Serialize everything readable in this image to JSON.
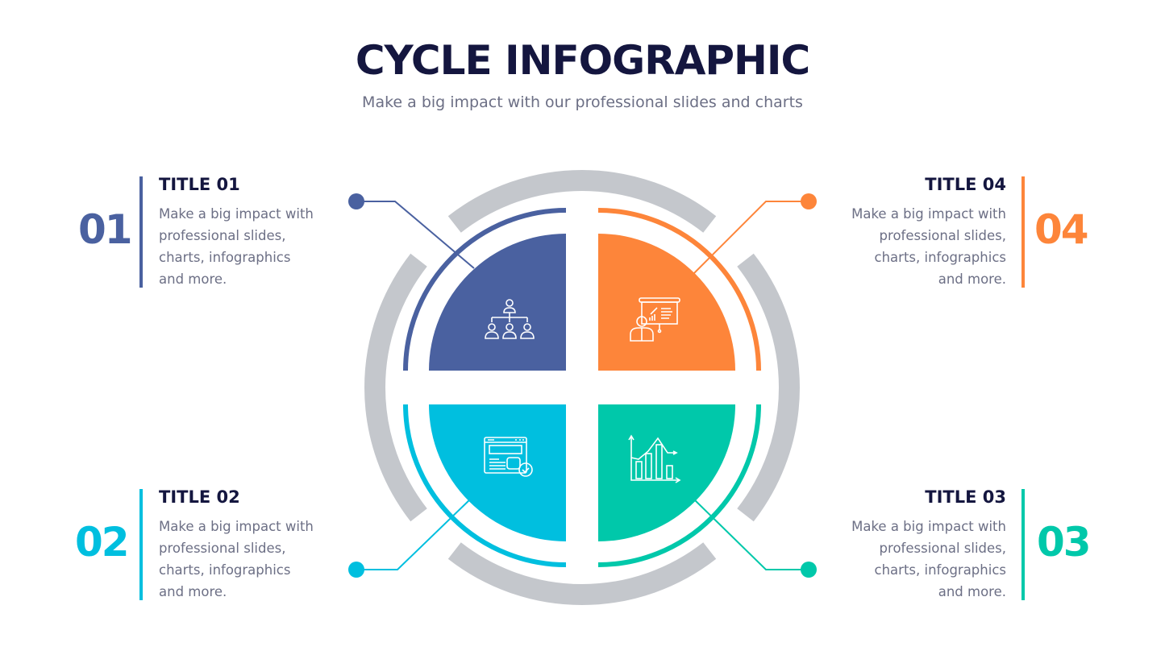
{
  "header": {
    "title": "CYCLE INFOGRAPHIC",
    "subtitle": "Make a big impact with our professional slides and charts"
  },
  "colors": {
    "blue": "#4a61a0",
    "orange": "#fd853a",
    "cyan": "#00bfdf",
    "teal": "#00c8aa",
    "ring": "#c4c7cc",
    "text_dark": "#14163f"
  },
  "items": [
    {
      "number": "01",
      "title": "TITLE 01",
      "lines": [
        "Make a big impact with",
        "professional slides,",
        "charts, infographics",
        "and more."
      ],
      "color": "#4a61a0",
      "icon": "org-chart-icon"
    },
    {
      "number": "02",
      "title": "TITLE 02",
      "lines": [
        "Make a big impact with",
        "professional slides,",
        "charts, infographics",
        "and more."
      ],
      "color": "#00bfdf",
      "icon": "web-page-check-icon"
    },
    {
      "number": "03",
      "title": "TITLE 03",
      "lines": [
        "Make a big impact with",
        "professional slides,",
        "charts, infographics",
        "and more."
      ],
      "color": "#00c8aa",
      "icon": "bar-line-chart-icon"
    },
    {
      "number": "04",
      "title": "TITLE 04",
      "lines": [
        "Make a big impact with",
        "professional slides,",
        "charts, infographics",
        "and more."
      ],
      "color": "#fd853a",
      "icon": "presentation-icon"
    }
  ]
}
